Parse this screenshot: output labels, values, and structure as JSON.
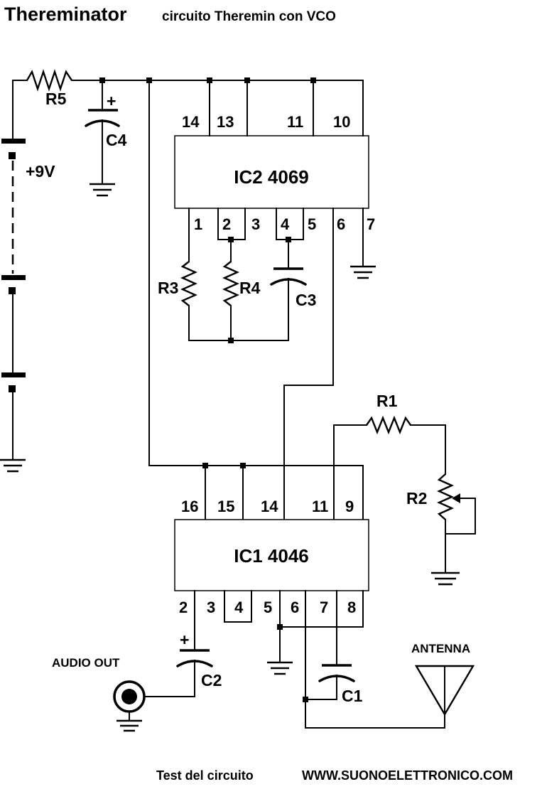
{
  "title": "Thereminator",
  "subtitle": "circuito Theremin con VCO",
  "supply_label": "+9V",
  "components": {
    "R5": "R5",
    "C4": "C4",
    "C4_polarity": "+",
    "R3": "R3",
    "R4": "R4",
    "C3": "C3",
    "R1": "R1",
    "R2": "R2",
    "C1": "C1",
    "C2": "C2",
    "C2_polarity": "+"
  },
  "ic2": {
    "label": "IC2 4069",
    "top_pins": [
      "14",
      "13",
      "11",
      "10"
    ],
    "bottom_pins": [
      "1",
      "2",
      "3",
      "4",
      "5",
      "6",
      "7"
    ]
  },
  "ic1": {
    "label": "IC1 4046",
    "top_pins": [
      "16",
      "15",
      "14",
      "11",
      "9"
    ],
    "bottom_pins": [
      "2",
      "3",
      "4",
      "5",
      "6",
      "7",
      "8"
    ]
  },
  "audio_out": "AUDIO OUT",
  "antenna": "ANTENNA",
  "footer": {
    "left": "Test del circuito",
    "right": "WWW.SUONOELETTRONICO.COM"
  }
}
